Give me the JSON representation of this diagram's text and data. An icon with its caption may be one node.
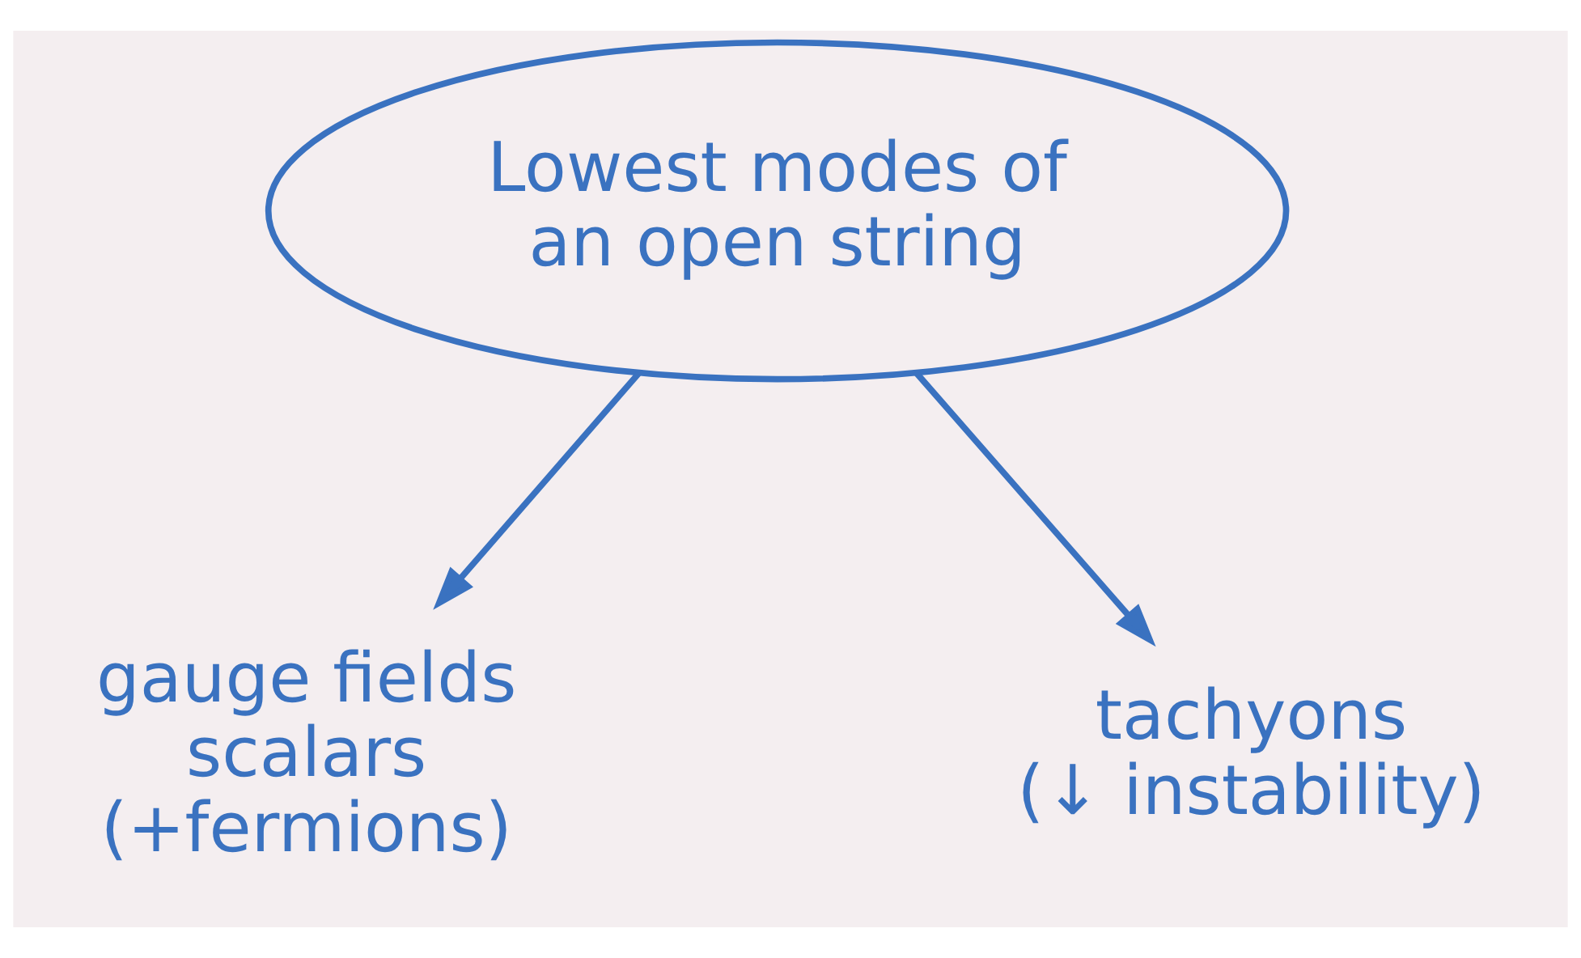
{
  "diagram": {
    "nodes": [
      {
        "text": [
          "Lowest modes of an open string"
        ]
      },
      {
        "text": [
          "gauge fields",
          "scalars",
          "(+fermions)"
        ]
      },
      {
        "text": [
          "tachyons",
          "(↓ instability)"
        ]
      }
    ],
    "edges": [
      {
        "from": 0,
        "to": 1,
        "arrow": "to"
      },
      {
        "from": 0,
        "to": 2,
        "arrow": "to"
      }
    ]
  }
}
